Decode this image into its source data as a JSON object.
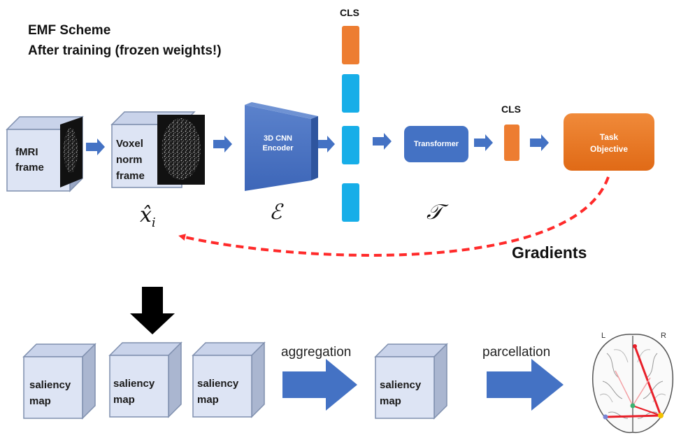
{
  "header": {
    "line1": "EMF Scheme",
    "line2": "After training (frozen weights!)"
  },
  "pipeline": {
    "fmri_cube": {
      "line1": "fMRI",
      "line2": "frame"
    },
    "voxel_cube": {
      "line1": "Voxel",
      "line2": "norm",
      "line3": "frame"
    },
    "xhat_label": "x̂",
    "xhat_sub": "i",
    "encoder": {
      "line1": "3D CNN",
      "line2": "Encoder"
    },
    "encoder_symbol": "ℰ",
    "cls_top": "CLS",
    "transformer": "Transformer",
    "transformer_symbol": "𝒯",
    "cls_right": "CLS",
    "task": {
      "line1": "Task",
      "line2": "Objective"
    },
    "gradients": "Gradients"
  },
  "bottom": {
    "saliency_cubes": [
      {
        "line1": "saliency",
        "line2": "map"
      },
      {
        "line1": "saliency",
        "line2": "map"
      },
      {
        "line1": "saliency",
        "line2": "map"
      }
    ],
    "aggregation": "aggregation",
    "aggregated_cube": {
      "line1": "saliency",
      "line2": "map"
    },
    "parcellation": "parcellation",
    "brain": {
      "left": "L",
      "right": "R"
    }
  },
  "colors": {
    "cube_fill": "#dde4f4",
    "cube_stroke": "#7f8fae",
    "arrow_blue": "#4472c4",
    "token_cyan": "#17aee8",
    "cls_orange": "#ed7d31",
    "gradient_red": "#ff2a2a"
  }
}
